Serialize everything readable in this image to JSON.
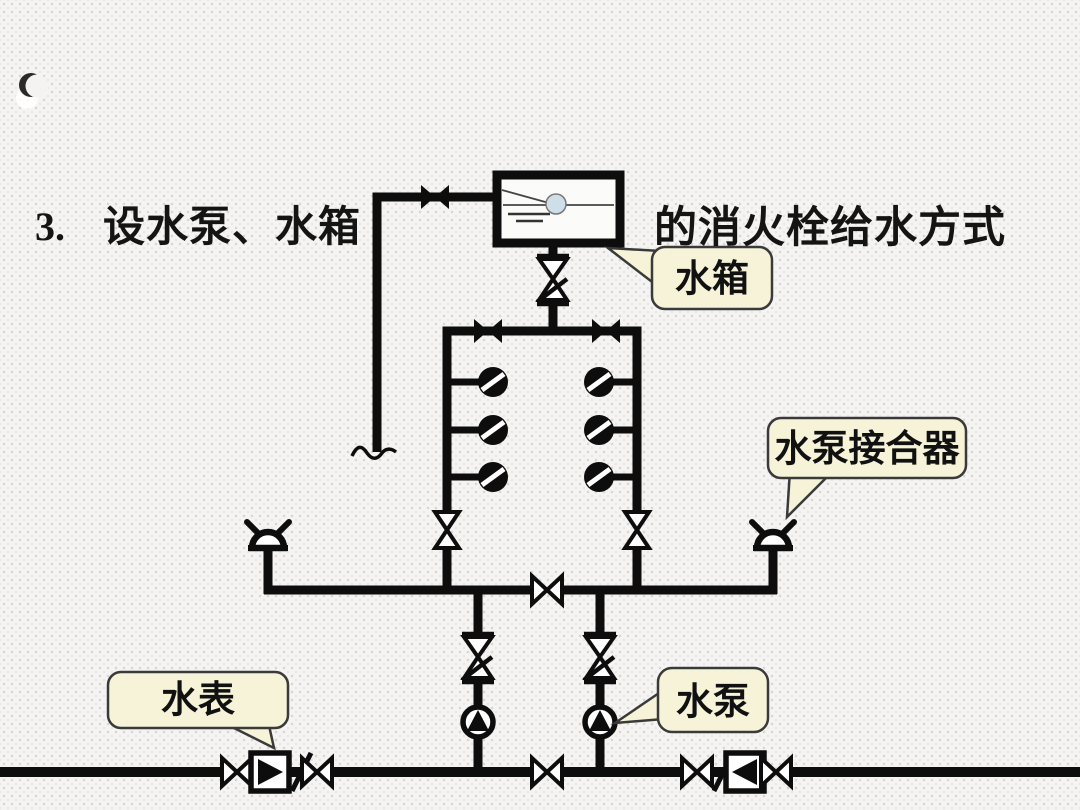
{
  "slide": {
    "title_number": "3.",
    "title_left": "设水泵、水箱",
    "title_right": "的消火栓给水方式"
  },
  "callouts": {
    "tank": "水箱",
    "adapter": "水泵接合器",
    "meter": "水表",
    "pump": "水泵"
  },
  "symbols": {
    "gate_valve": "bowtie-valve-icon",
    "stop_valve": "hourglass-valve-icon",
    "check_valve": "spring-check-valve-icon",
    "fire_hydrant": "hydrant-circle-icon",
    "pump": "pump-circle-triangle-icon",
    "pump_adapter": "siamese-connection-icon",
    "water_meter": "meter-box-icon",
    "water_tank": "tank-float-valve-icon",
    "pipe_break": "break-squiggle-icon"
  },
  "colors": {
    "line": "#0d0d0d",
    "background": "#f5f4f2",
    "dot": "#d8d7d4",
    "callout_fill": "#f6f3d8",
    "callout_border": "#3a3a3a",
    "float_ball": "#cfdfe9",
    "text": "#141414"
  }
}
